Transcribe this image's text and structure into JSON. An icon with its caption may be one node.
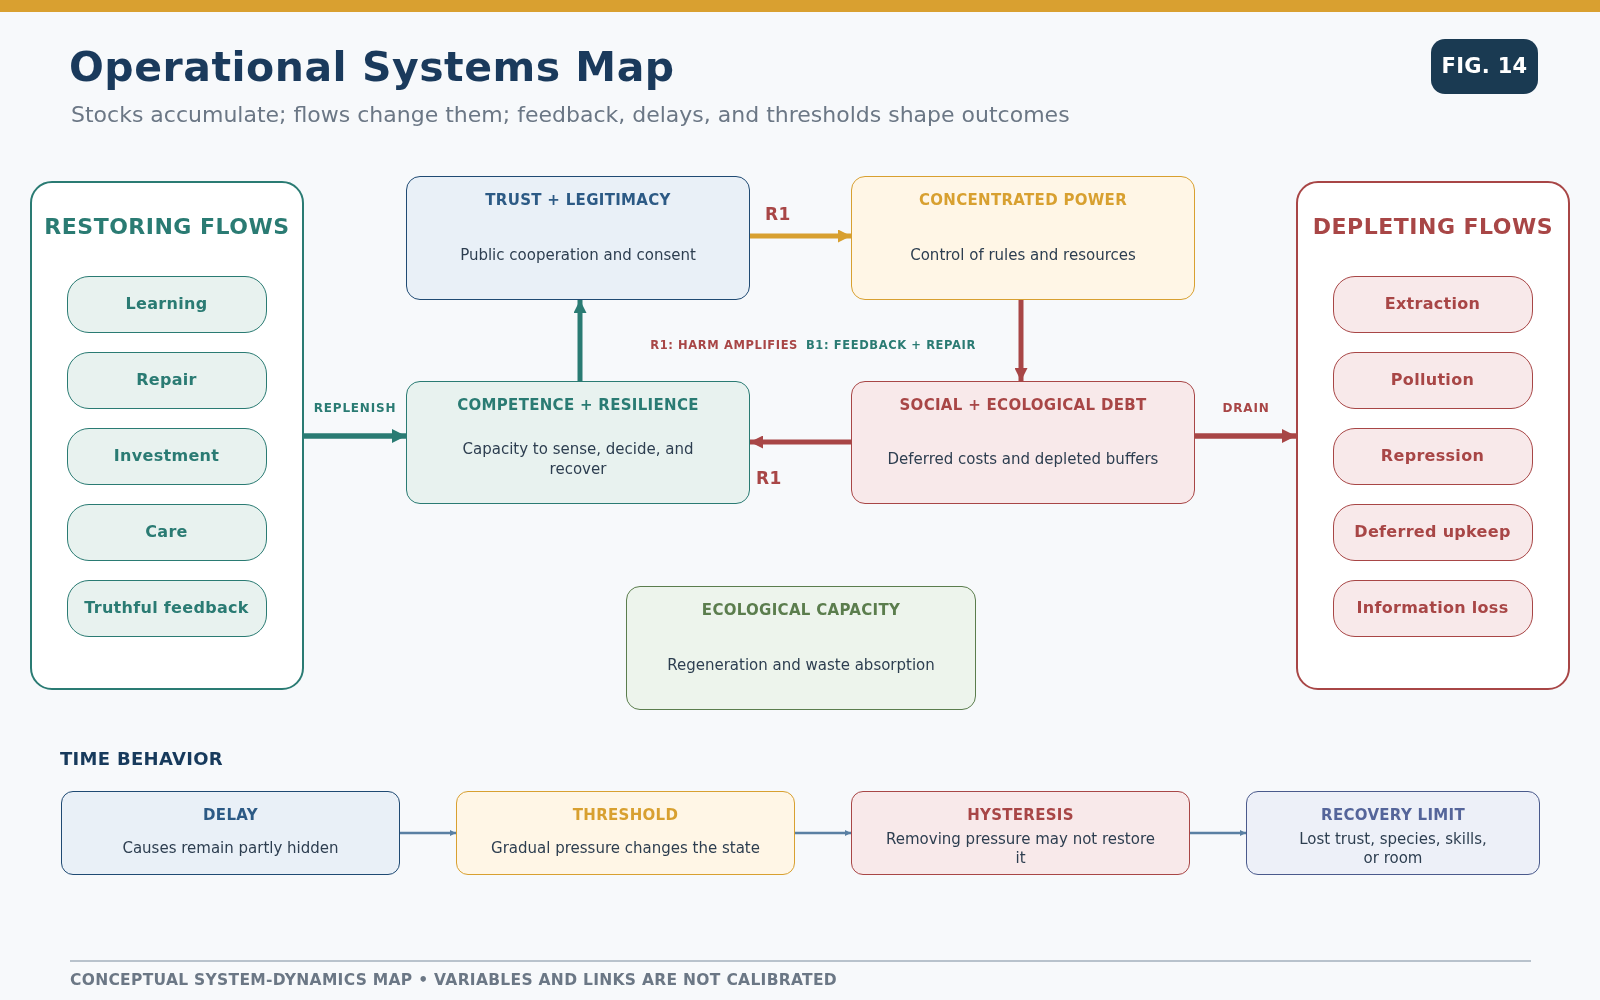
{
  "diagram": {
    "title": "Operational Systems Map",
    "caption": "CONCEPTUAL SYSTEM-DYNAMICS MAP • VARIABLES AND LINKS ARE NOT CALIBRATED",
    "nodes": [
      {
        "text": [
          "RESTORING FLOWS"
        ]
      },
      {
        "text": [
          "Learning"
        ],
        "in": 0
      },
      {
        "text": [
          "Repair"
        ],
        "in": 0
      },
      {
        "text": [
          "Investment"
        ],
        "in": 0
      },
      {
        "text": [
          "Care"
        ],
        "in": 0
      },
      {
        "text": [
          "Truthful feedback"
        ],
        "in": 0
      },
      {
        "text": [
          "TRUST + LEGITIMACY",
          "Public cooperation and consent"
        ]
      },
      {
        "text": [
          "CONCENTRATED POWER",
          "Control of rules and resources"
        ]
      },
      {
        "text": [
          "DEPLETING FLOWS"
        ]
      },
      {
        "text": [
          "Extraction"
        ],
        "in": 8
      },
      {
        "text": [
          "Pollution"
        ],
        "in": 8
      },
      {
        "text": [
          "Repression"
        ],
        "in": 8
      },
      {
        "text": [
          "Deferred upkeep"
        ],
        "in": 8
      },
      {
        "text": [
          "Information loss"
        ],
        "in": 8
      },
      {
        "text": [
          "COMPETENCE + RESILIENCE",
          "Capacity to sense, decide, and recover"
        ]
      },
      {
        "text": [
          "SOCIAL + ECOLOGICAL DEBT",
          "Deferred costs and depleted buffers"
        ]
      },
      {
        "text": [
          "ECOLOGICAL CAPACITY",
          "Regeneration and waste absorption"
        ]
      },
      {
        "text": [
          "DELAY",
          "Causes remain partly hidden"
        ]
      },
      {
        "text": [
          "THRESHOLD",
          "Gradual pressure changes the state"
        ]
      },
      {
        "text": [
          "HYSTERESIS",
          "Removing pressure may not restore it"
        ]
      },
      {
        "text": [
          "RECOVERY LIMIT",
          "Lost trust, species, skills, or room"
        ]
      }
    ],
    "edges": [
      {
        "from": 0,
        "to": 14,
        "arrow": "to",
        "label": "REPLENISH",
        "color": "#2a7b73"
      },
      {
        "from": 14,
        "to": 6,
        "arrow": "to",
        "color": "#2a7b73"
      },
      {
        "from": 6,
        "to": 7,
        "arrow": "to",
        "label": "R1",
        "color": "#d8a030"
      },
      {
        "from": 7,
        "to": 15,
        "arrow": "to",
        "color": "#a84646"
      },
      {
        "from": 15,
        "to": 14,
        "arrow": "to",
        "label": "R1",
        "color": "#a84646"
      },
      {
        "from": 15,
        "to": 8,
        "arrow": "to",
        "label": "DRAIN",
        "color": "#a84646"
      },
      {
        "from": 17,
        "to": 18,
        "arrow": "to",
        "color": "#5a80a3"
      },
      {
        "from": 18,
        "to": 19,
        "arrow": "to",
        "color": "#5a80a3"
      },
      {
        "from": 19,
        "to": 20,
        "arrow": "to",
        "color": "#5a80a3"
      }
    ],
    "labels": [
      "FIG. 14",
      "Stocks accumulate; flows change them; feedback, delays, and thresholds shape outcomes",
      "R1: HARM AMPLIFIES",
      "B1: FEEDBACK + REPAIR",
      "TIME BEHAVIOR"
    ]
  }
}
